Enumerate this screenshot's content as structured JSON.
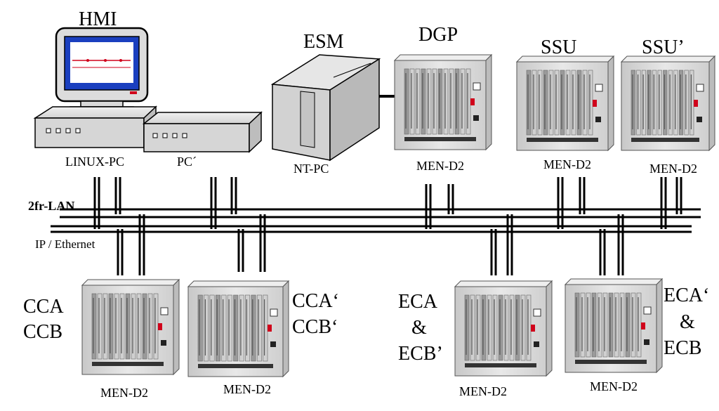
{
  "labels": {
    "hmi": "HMI",
    "esm": "ESM",
    "dgp": "DGP",
    "ssu": "SSU",
    "ssu_prime": "SSU’",
    "linux_pc": "LINUX-PC",
    "pc_prime": "PC´",
    "nt_pc": "NT-PC",
    "men_d2": "MEN-D2",
    "lan": "2fr-LAN",
    "ip_ethernet": "IP / Ethernet",
    "cca": "CCA",
    "ccb": "CCB",
    "cca_prime": "CCA‘",
    "ccb_prime": "CCB‘",
    "eca": "ECA",
    "amp": "&",
    "ecb_prime": "ECB’",
    "eca_prime": "ECA‘",
    "ecb": "ECB"
  },
  "colors": {
    "screen_blue": "#1a3fbf",
    "screen_inner": "#ffffff",
    "monitor_gray": "#d9d9d9",
    "rack_gray": "#dcdcdc",
    "led_red": "#d0021b",
    "line": "#000000"
  }
}
